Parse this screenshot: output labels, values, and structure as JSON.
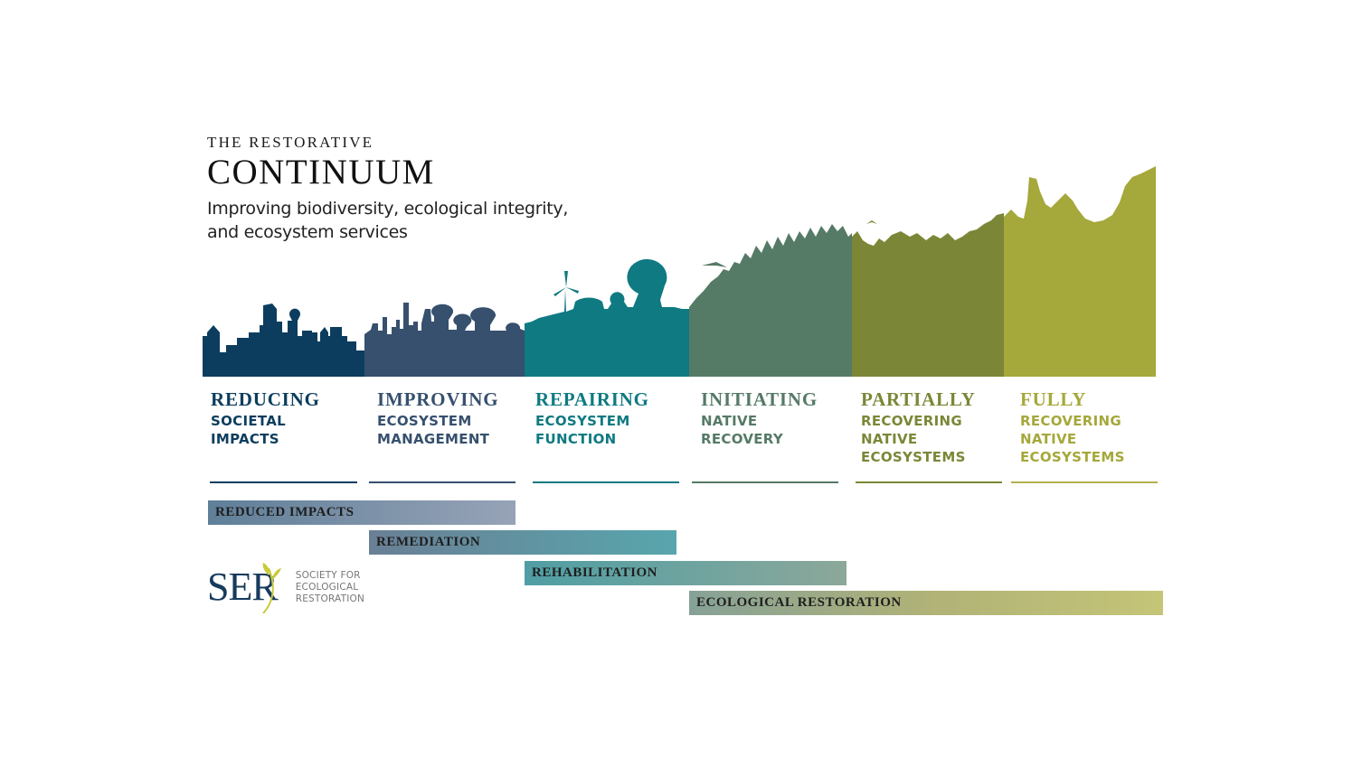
{
  "title": {
    "small": "THE RESTORATIVE",
    "big": "CONTINUUM",
    "subtitle_line1": "Improving biodiversity, ecological integrity,",
    "subtitle_line2": "and ecosystem services"
  },
  "colors": {
    "reducing": "#0c3d5e",
    "improving": "#36506e",
    "repairing": "#0f7a82",
    "initiating": "#557a66",
    "partially": "#7b8737",
    "fully": "#a5a83a"
  },
  "stages": [
    {
      "head": "REDUCING",
      "sub1": "SOCIETAL",
      "sub2": "IMPACTS",
      "sub3": "",
      "color": "#0c3d5e"
    },
    {
      "head": "IMPROVING",
      "sub1": "ECOSYSTEM",
      "sub2": "MANAGEMENT",
      "sub3": "",
      "color": "#36506e"
    },
    {
      "head": "REPAIRING",
      "sub1": "ECOSYSTEM",
      "sub2": "FUNCTION",
      "sub3": "",
      "color": "#0f7a82"
    },
    {
      "head": "INITIATING",
      "sub1": "NATIVE",
      "sub2": "RECOVERY",
      "sub3": "",
      "color": "#557a66"
    },
    {
      "head": "PARTIALLY",
      "sub1": "RECOVERING",
      "sub2": "NATIVE",
      "sub3": "ECOSYSTEMS",
      "color": "#7b8737"
    },
    {
      "head": "FULLY",
      "sub1": "RECOVERING",
      "sub2": "NATIVE",
      "sub3": "ECOSYSTEMS",
      "color": "#a5a83a"
    }
  ],
  "bars": [
    {
      "label": "REDUCED IMPACTS",
      "from": "#5f7f98",
      "to": "#97a3b7"
    },
    {
      "label": "REMEDIATION",
      "from": "#6a7f95",
      "to": "#58a6ad"
    },
    {
      "label": "REHABILITATION",
      "from": "#4f9ea4",
      "to": "#8ca89a"
    },
    {
      "label": "ECOLOGICAL RESTORATION",
      "from": "#86a197",
      "to": "#c4c577"
    }
  ],
  "logo": {
    "mark": "SER",
    "line1": "SOCIETY FOR",
    "line2": "ECOLOGICAL",
    "line3": "RESTORATION"
  }
}
